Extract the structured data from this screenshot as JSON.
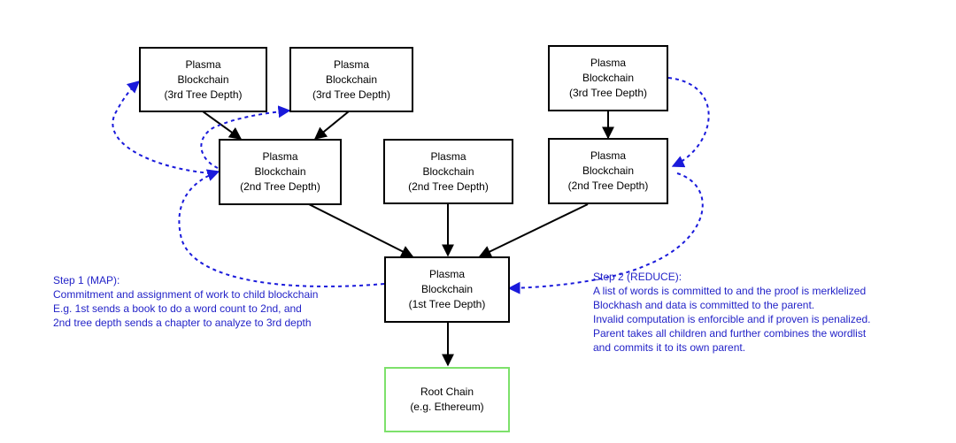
{
  "nodes": {
    "a": [
      "Plasma",
      "Blockchain",
      "(3rd Tree Depth)"
    ],
    "b": [
      "Plasma",
      "Blockchain",
      "(3rd Tree Depth)"
    ],
    "c": [
      "Plasma",
      "Blockchain",
      "(3rd Tree Depth)"
    ],
    "d": [
      "Plasma",
      "Blockchain",
      "(2nd Tree Depth)"
    ],
    "e": [
      "Plasma",
      "Blockchain",
      "(2nd Tree Depth)"
    ],
    "f": [
      "Plasma",
      "Blockchain",
      "(2nd Tree Depth)"
    ],
    "g": [
      "Plasma",
      "Blockchain",
      "(1st Tree Depth)"
    ],
    "root": [
      "Root Chain",
      "(e.g. Ethereum)"
    ]
  },
  "step1": [
    "Step 1 (MAP):",
    "Commitment and assignment of work to child blockchain",
    "E.g. 1st sends a book to do a word count to 2nd, and",
    "2nd tree depth sends a chapter to analyze to 3rd depth"
  ],
  "step2": [
    "Step 2 (REDUCE):",
    "A list of words is committed to and the proof is merklelized",
    "Blockhash and data is committed to the parent.",
    "Invalid computation is enforcible and if proven is penalized.",
    "Parent takes all children and further combines the wordlist",
    "and commits it to its own parent."
  ],
  "colors": {
    "border": "#000000",
    "root_border": "#7de16b",
    "arrow": "#000000",
    "dashed": "#1a1adb",
    "note_text": "#2323c8"
  }
}
